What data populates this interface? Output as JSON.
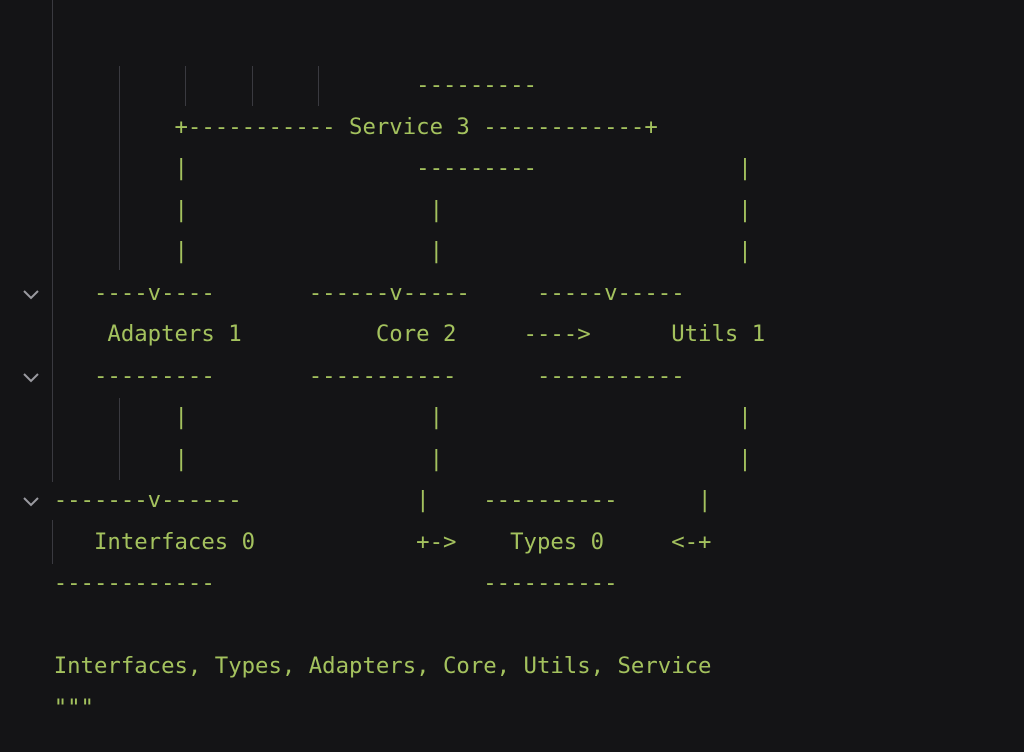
{
  "editor": {
    "lines": [
      "                               ---------",
      "             +----------- Service 3 ------------+",
      "             |                 ---------               |",
      "             |                  |                      |",
      "             |                  |                      |",
      "       ----v----       ------v-----     -----v-----",
      "        Adapters 1          Core 2     ---->      Utils 1",
      "       ---------       -----------      -----------",
      "             |                  |                      |",
      "             |                  |                      |",
      "    -------v------             |    ----------      |",
      "       Interfaces 0            +->    Types 0     <-+",
      "    ------------                    ----------",
      "",
      "    Interfaces, Types, Adapters, Core, Utils, Service",
      "    \"\"\""
    ],
    "fold_icons": [
      "chevron-down-icon",
      "chevron-down-icon",
      "chevron-down-icon"
    ],
    "colors": {
      "background": "#141416",
      "text": "#a4c25e",
      "indent_guide": "#3a3a40",
      "fold_icon": "#9a9aa0"
    }
  }
}
